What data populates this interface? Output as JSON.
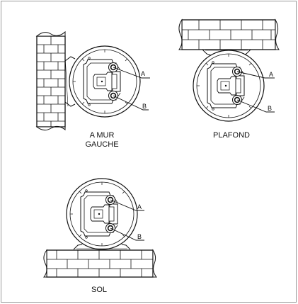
{
  "views": [
    {
      "caption_line1": "A MUR",
      "caption_line2": "GAUCHE"
    },
    {
      "caption_line1": "PLAFOND"
    },
    {
      "caption_line1": "SOL"
    }
  ],
  "callouts": {
    "a": "A",
    "b": "B"
  },
  "colors": {
    "line": "#111111",
    "frame": "#9a9a9a",
    "background": "#ffffff"
  }
}
